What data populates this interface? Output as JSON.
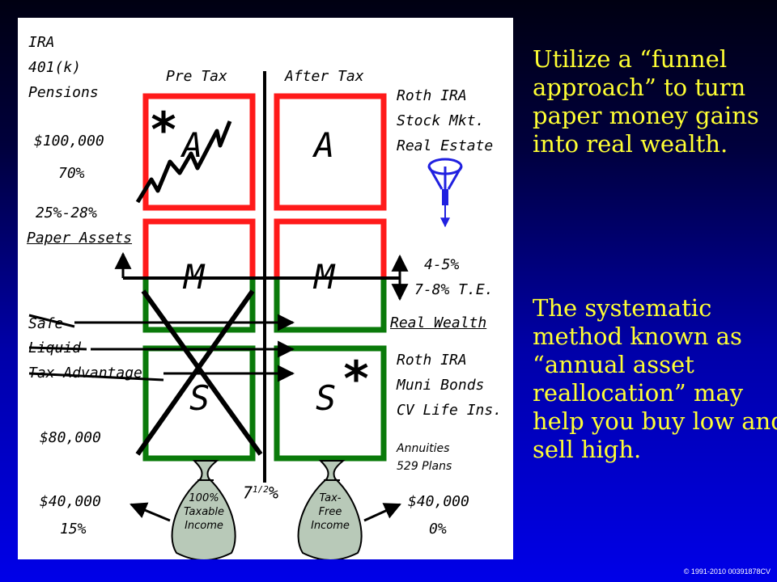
{
  "colors": {
    "box_red": "#ff1a1a",
    "box_green": "#0a7a0a",
    "side_text": "#ffff33",
    "arrow_blue": "#2020e0",
    "bag": "#b8c9b8"
  },
  "diagram": {
    "col_pre_tax": "Pre Tax",
    "col_after_tax": "After Tax",
    "left_top_list": [
      "IRA",
      "401(k)",
      "Pensions"
    ],
    "left_value_1": "$100,000",
    "left_pct_1": "70%",
    "left_rate": "25%-28%",
    "paper_assets": "Paper Assets",
    "safe": "Safe",
    "liquid": "Liquid",
    "tax_advantage": "Tax Advantage",
    "left_value_2": "$80,000",
    "left_value_3": "$40,000",
    "left_pct_3": "15%",
    "box_top_left": "A",
    "box_top_right": "A",
    "box_mid_left": "M",
    "box_mid_right": "M",
    "box_bottom_left": "S",
    "box_bottom_right": "S",
    "asterisk": "*",
    "right_top_list": [
      "Roth IRA",
      "Stock Mkt.",
      "Real Estate"
    ],
    "right_rate_1": "4-5%",
    "right_rate_2": "7-8% T.E.",
    "real_wealth": "Real Wealth",
    "right_bottom_list": [
      "Roth IRA",
      "Muni Bonds",
      "CV Life Ins."
    ],
    "right_small_list": [
      "Annuities",
      "529 Plans"
    ],
    "center_rate_base": "7",
    "center_rate_sup": "1/2",
    "center_rate_pct": "%",
    "bag_left": [
      "100%",
      "Taxable",
      "Income"
    ],
    "bag_right": [
      "Tax-",
      "Free",
      "Income"
    ],
    "right_value_3": "$40,000",
    "right_pct_3": "0%"
  },
  "side_text": {
    "paragraph_1": [
      "Utilize a “funnel",
      "approach” to turn",
      "paper money gains",
      "into real wealth."
    ],
    "paragraph_2": [
      "The systematic",
      "method known as",
      "“annual asset",
      "reallocation” may",
      "help you buy low and",
      "sell high."
    ]
  },
  "copyright": "© 1991-2010  00391878CV"
}
